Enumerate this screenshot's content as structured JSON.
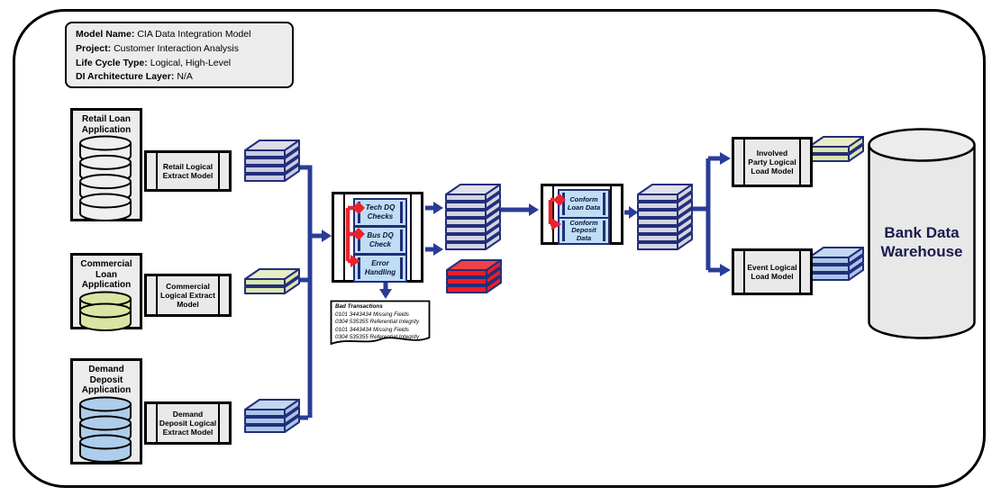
{
  "colors": {
    "navy_line": "#2b3c97",
    "red_accent": "#e8232e",
    "stack_stroke": "#232e7a",
    "box_gray": "#ececec",
    "inner_blue": "#bfdef5",
    "lavender_fill": "#c9cbe0",
    "green_fill": "#dbe5ab",
    "blue_fill": "#a9c6e8",
    "red_fill": "#ed1c24"
  },
  "header": {
    "model_name_label": "Model Name:",
    "model_name": "CIA Data Integration Model",
    "project_label": "Project:",
    "project": "Customer Interaction Analysis",
    "life_cycle_label": "Life Cycle Type:",
    "life_cycle": "Logical, High-Level",
    "di_layer_label": "DI Architecture Layer:",
    "di_layer": "N/A"
  },
  "sources": [
    {
      "title": "Retail Loan Application",
      "cylinder_count": 4,
      "cylinder_color": "#efefef"
    },
    {
      "title": "Commercial Loan Application",
      "cylinder_count": 2,
      "cylinder_color": "#d9e6a3"
    },
    {
      "title": "Demand Deposit Application",
      "cylinder_count": 3,
      "cylinder_color": "#aecdea"
    }
  ],
  "extract_models": [
    {
      "label": "Retail Logical Extract Model"
    },
    {
      "label": "Commercial Logical Extract Model"
    },
    {
      "label": "Demand Deposit Logical Extract Model"
    }
  ],
  "dq_box": {
    "steps": [
      "Tech DQ Checks",
      "Bus DQ Check",
      "Error Handling"
    ]
  },
  "conform_box": {
    "steps": [
      "Conform Loan Data",
      "Conform Deposit Data"
    ]
  },
  "load_models": [
    {
      "label": "Involved Party Logical Load Model"
    },
    {
      "label": "Event Logical Load Model"
    }
  ],
  "note": {
    "title": "Bad Transactions",
    "lines": [
      "0101 3443434 Missing Fields",
      "0304 535355 Referential Integrity",
      "0101 3443434 Missing Fields",
      "0304 535355 Referential Integrity"
    ]
  },
  "warehouse": {
    "label": "Bank Data Warehouse"
  },
  "stacks": {
    "retail_extract": {
      "layers": 4,
      "fill": "#c9cbe0",
      "top": "#dcdde6",
      "stroke": "#232e7a"
    },
    "commercial_extract": {
      "layers": 2,
      "fill": "#dbe5ab",
      "top": "#e7edc6",
      "stroke": "#232e7a"
    },
    "demand_extract": {
      "layers": 3,
      "fill": "#a9c6e8",
      "top": "#c3d7ee",
      "stroke": "#232e7a"
    },
    "clean": {
      "layers": 7,
      "fill": "#d3d4e2",
      "top": "#e0e1e9",
      "stroke": "#232e7a"
    },
    "rejects": {
      "layers": 3,
      "fill": "#ed1c24",
      "top": "#f04149",
      "stroke": "#232e7a"
    },
    "conformed": {
      "layers": 7,
      "fill": "#d3d4e2",
      "top": "#e0e1e9",
      "stroke": "#232e7a"
    },
    "involved_party": {
      "layers": 2,
      "fill": "#dbe5ab",
      "top": "#e7edc6",
      "stroke": "#232e7a"
    },
    "event": {
      "layers": 3,
      "fill": "#a9c6e8",
      "top": "#c3d7ee",
      "stroke": "#232e7a"
    }
  }
}
